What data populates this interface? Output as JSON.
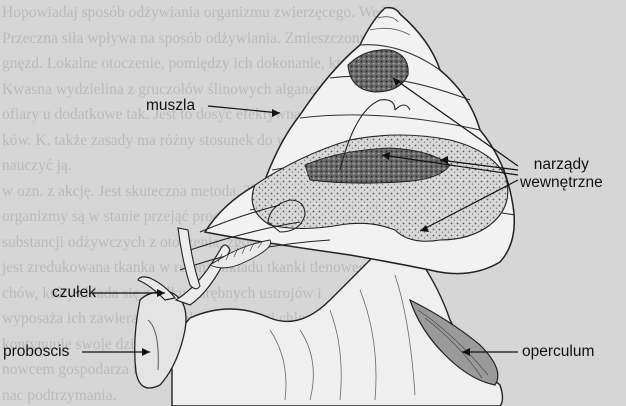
{
  "background_text": [
    "Hopowiadaj sposób odżywiania organizmu zwierzęcego. Weźcie",
    "Przeczna siła wpływa na sposób odżywiania. Zmieszczony",
    "gnęzd. Lokalne otoczenie, pomiędzy ich dokonanie, które opis.",
    "Kwasna wydzielina z gruczołów ślinowych alganewi się",
    "ofiary u dodatkowe tak. Jest to dosyć efektywna",
    "ków. K. także zasady ma różny stosunek do wewnętrznego układu",
    "nauczyć ją.",
    "w ozn. z akcję. Jest skuteczna metoda. Tak zasobne",
    "organizmy są w stanie przejąć proces pobierania",
    "substancji odżywczych z otoczenia, zgodnie z siecią",
    "jest zredukowana tkanka w rejonie układu tkanki tlenowego ośrodka",
    "chów, który składa się z kilku odrębnych ustrojów i",
    "wyposaża ich zawiera chloroplasty z algami chloroplasty",
    "kontynuuje swoje działanie efektywnie, przy tym jest rośnie",
    "nowcem gospodarza tak. Funkcja chloroplastów może",
    "nac podtrzymania."
  ],
  "labels": {
    "muszla": "muszla",
    "narzady_line1": "narządy",
    "narzady_line2": "wewnętrzne",
    "czulek": "czułek",
    "proboscis": "proboscis",
    "operculum": "operculum"
  },
  "colors": {
    "background": "#d6d6d6",
    "ink": "#111111",
    "shell_fill": "#f2f2f2",
    "organ_fill": "#5a5a5a"
  }
}
